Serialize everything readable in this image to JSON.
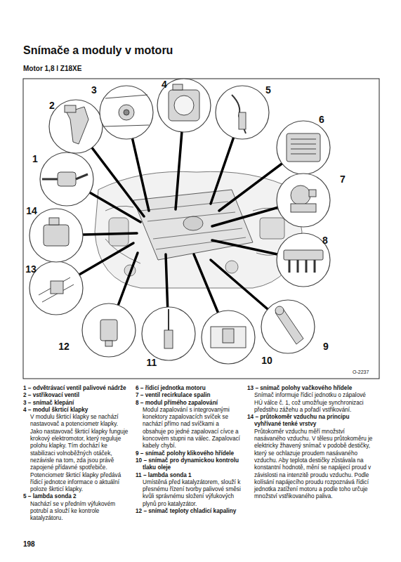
{
  "diagram": {
    "title": "Snímače a moduly v motoru",
    "labels": [
      "Motor 1,8 l Z18XE",
      "1",
      "2",
      "3",
      "4",
      "5",
      "6",
      "7",
      "8",
      "9",
      "10",
      "11",
      "12",
      "13",
      "14",
      "O-2237",
      "1 – odvětrávací ventil palivové nádrže",
      "2 – vstřikovací ventil",
      "3 – snímač klepání",
      "4 – modul škrticí klapky",
      "V modulu škrticí klapky se nachází nastavovač a potenciometr klapky. Jako nastavovač škrticí klapky funguje krokový elektromotor, který reguluje polohu klapky. Tím dochází ke stabilizaci volnoběžných otáček, nezávisle na tom, zda jsou právě zapojené přídavné spotřebiče. Potenciometr škrticí klapky předává řídicí jednotce informace o aktuální poloze škrticí klapky.",
      "5 – lambda sonda 2",
      "Nachází se v předním výfukovém potrubí a slouží ke kontrole katalyzátoru.",
      "6 – řídicí jednotka motoru",
      "7 – ventil recirkulace spalin",
      "8 – modul přímého zapalování",
      "Modul zapalování s integrovanými konektory zapalovacích svíček se nachází přímo nad svíčkami a obsahuje po jedné zapalovací cívce a koncovém stupni na válec. Zapalovací kabely chybí.",
      "9 – snímač polohy klikového hřídele",
      "10 – snímač pro dynamickou kontrolu tlaku oleje",
      "11 – lambda sonda 1",
      "Umístěná před katalyzátorem, slouží k přesnému řízení tvorby palivové směsi kvůli správnému složení výfukových plynů pro katalyzátor.",
      "12 – snímač teploty chladicí kapaliny",
      "13 – snímač polohy vačkového hřídele",
      "Snímač informuje řídicí jednotku o zápalové HÚ válce č. 1, což umožňuje synchronizaci předstihu zážehu a pořadí vstřikování.",
      "14 – průtokoměr vzduchu na principu vyhřívané tenké vrstvy",
      "Průtokoměr vzduchu měří množství nasávaného vzduchu. V tělesu průtokoměru je elektricky žhavený snímač v podobě destičky, který se ochlazuje proudem nasávaného vzduchu. Aby teplota destičky zůstávala na konstantní hodnotě, mění se napájecí proud v závislosti na intenzitě proudu vzduchu. Podle kolísání napájecího proudu rozpoznává řídicí jednotka zatížení motoru a podle toho určuje množství vstřikovaného paliva.",
      "198"
    ]
  }
}
